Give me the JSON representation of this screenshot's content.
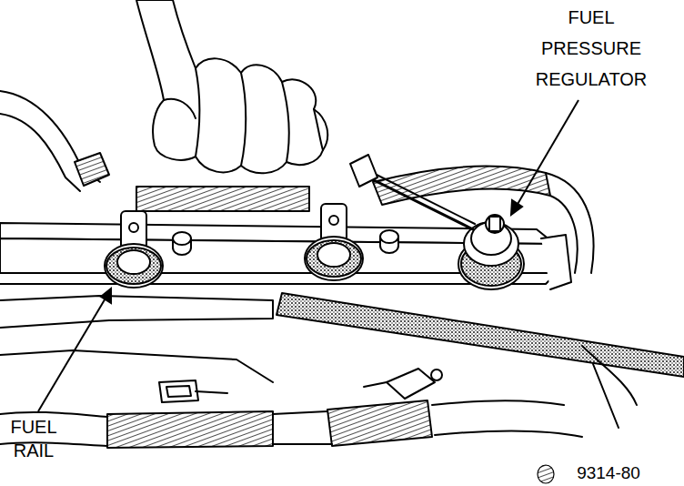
{
  "diagram": {
    "labels": [
      "FUEL PRESSURE REGULATOR",
      "FUEL RAIL",
      "9314-80"
    ]
  }
}
